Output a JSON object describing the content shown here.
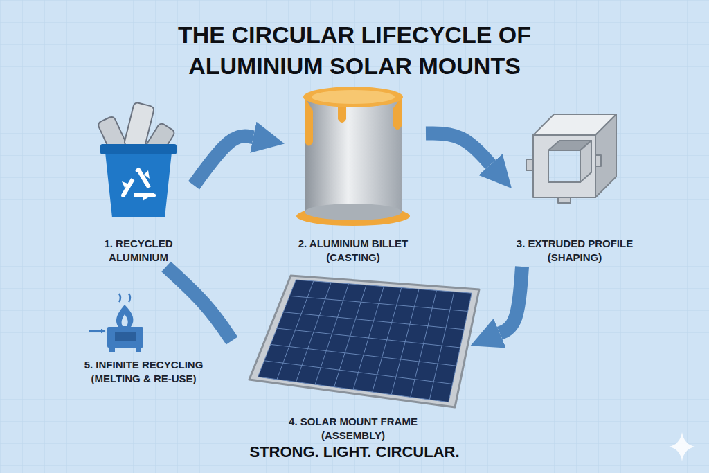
{
  "diagram": {
    "title": "THE CIRCULAR LIFECYCLE OF ALUMINIUM SOLAR MOUNTS",
    "caption": "STRONG. LIGHT. CIRCULAR.",
    "nodes": [
      {
        "text": [
          "1. RECYCLED ALUMINIUM"
        ]
      },
      {
        "text": [
          "2. ALUMINIUM BILLET",
          "(CASTING)"
        ]
      },
      {
        "text": [
          "3. EXTRUDED PROFILE",
          "(SHAPING)"
        ]
      },
      {
        "text": [
          "4. SOLAR MOUNT FRAME",
          "(ASSEMBLY)"
        ]
      },
      {
        "text": [
          "5. INFINITE RECYCLING",
          "(MELTING & RE-USE)"
        ]
      }
    ],
    "edges": [
      {
        "from": 0,
        "to": 1,
        "arrow": "to"
      },
      {
        "from": 1,
        "to": 2,
        "arrow": "to"
      },
      {
        "from": 2,
        "to": 3,
        "arrow": "to"
      },
      {
        "from": 3,
        "to": 0,
        "arrow": "none"
      }
    ]
  }
}
